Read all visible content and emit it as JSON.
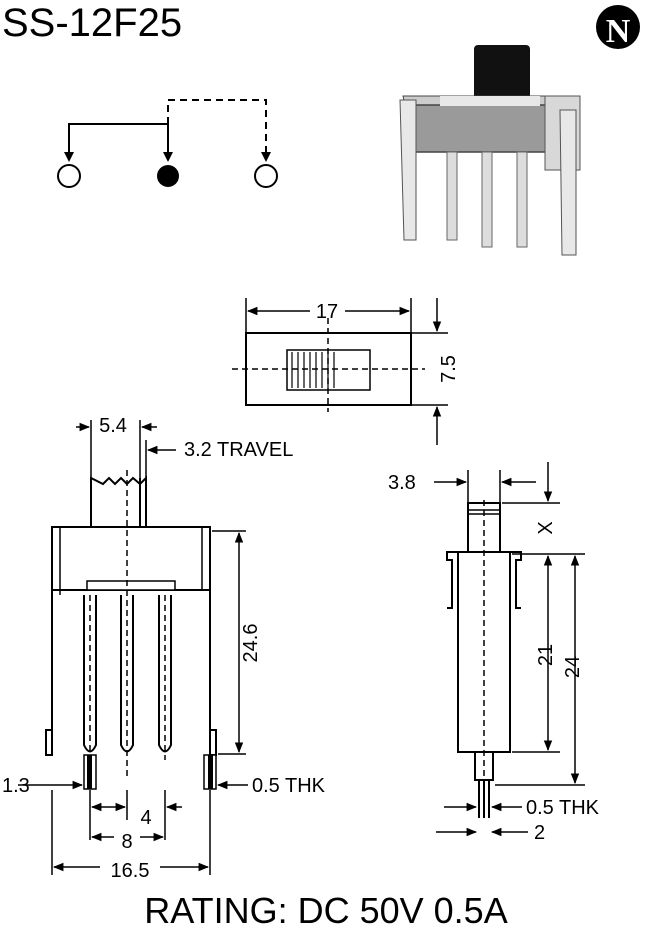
{
  "title": "SS-12F25",
  "logo_letter": "N",
  "rating": "RATING: DC 50V 0.5A",
  "dimensions": {
    "top_width": "17",
    "top_height": "7.5",
    "actuator_width": "5.4",
    "travel": "3.2 TRAVEL",
    "body_height": "24.6",
    "pin_width": "1.3",
    "pin_pitch": "4",
    "outer_pin_spacing": "8",
    "overall_width": "16.5",
    "thickness_front": "0.5 THK",
    "side_actuator_width": "3.8",
    "side_x": "X",
    "side_height_inner": "21",
    "side_height_outer": "24",
    "thickness_side": "0.5 THK",
    "side_pin_offset": "2"
  },
  "icons": {
    "logo": "n-logo-icon",
    "schematic": "spdt-schematic-icon",
    "photo": "slide-switch-photo-icon"
  }
}
